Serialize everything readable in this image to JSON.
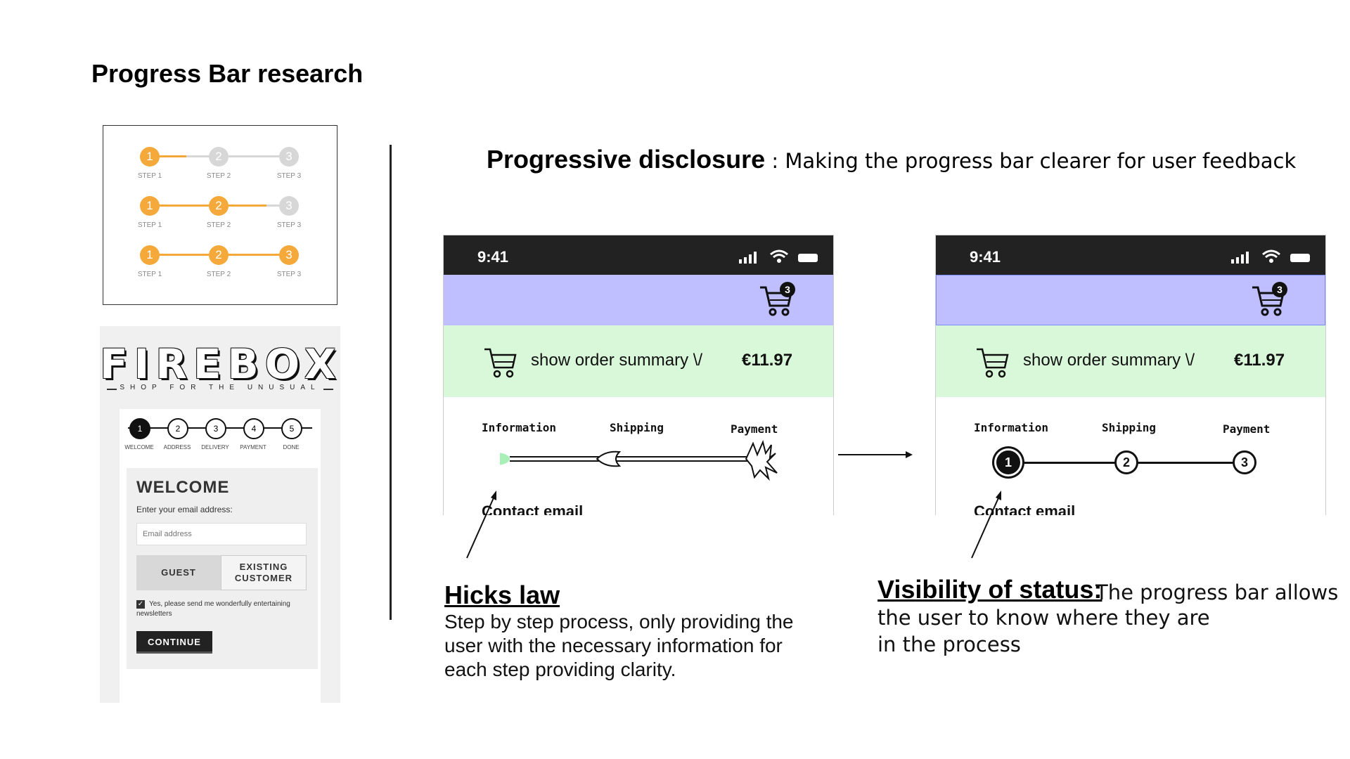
{
  "page_title": "Progress Bar research",
  "generic_steps": {
    "rows": [
      {
        "steps": [
          {
            "num": "1",
            "label": "STEP 1",
            "state": "on"
          },
          {
            "num": "2",
            "label": "STEP 2",
            "state": "off"
          },
          {
            "num": "3",
            "label": "STEP 3",
            "state": "off"
          }
        ]
      },
      {
        "steps": [
          {
            "num": "1",
            "label": "STEP 1",
            "state": "on"
          },
          {
            "num": "2",
            "label": "STEP 2",
            "state": "on"
          },
          {
            "num": "3",
            "label": "STEP 3",
            "state": "off"
          }
        ]
      },
      {
        "steps": [
          {
            "num": "1",
            "label": "STEP 1",
            "state": "on"
          },
          {
            "num": "2",
            "label": "STEP 2",
            "state": "on"
          },
          {
            "num": "3",
            "label": "STEP 3",
            "state": "on"
          }
        ]
      }
    ],
    "accent": "#f4a93a",
    "inactive": "#d7d7d7"
  },
  "firebox": {
    "logo": "FIREBOX",
    "tagline": "SHOP FOR THE UNUSUAL",
    "steps": [
      {
        "num": "1",
        "label": "WELCOME"
      },
      {
        "num": "2",
        "label": "ADDRESS"
      },
      {
        "num": "3",
        "label": "DELIVERY"
      },
      {
        "num": "4",
        "label": "PAYMENT"
      },
      {
        "num": "5",
        "label": "DONE"
      }
    ],
    "welcome": "WELCOME",
    "email_label": "Enter your email address:",
    "email_placeholder": "Email address",
    "guest": "GUEST",
    "existing_1": "EXISTING",
    "existing_2": "CUSTOMER",
    "newsletter_1": "Yes, please send me wonderfully entertaining",
    "newsletter_2": "newsletters",
    "continue": "CONTINUE"
  },
  "heading": {
    "bold": "Progressive disclosure",
    "rest": " : Making the progress bar clearer for user feedback"
  },
  "phone": {
    "time": "9:41",
    "cart_count": "3",
    "summary": "show order summary \\/",
    "price": "€11.97",
    "labels": [
      "Information",
      "Shipping",
      "Payment"
    ],
    "contact": "Contact email",
    "header_color": "#bfbfff",
    "summary_color": "#d9f7d9"
  },
  "phone2_steps": [
    "1",
    "2",
    "3"
  ],
  "hicks": {
    "title": "Hicks law ",
    "body": "Step by step process, only providing the user with the necessary information for each step providing clarity."
  },
  "visibility": {
    "title": "Visibility of status:",
    "rest": " The progress bar allows",
    "line2": "the user to know where they are",
    "line3": "in the process"
  }
}
